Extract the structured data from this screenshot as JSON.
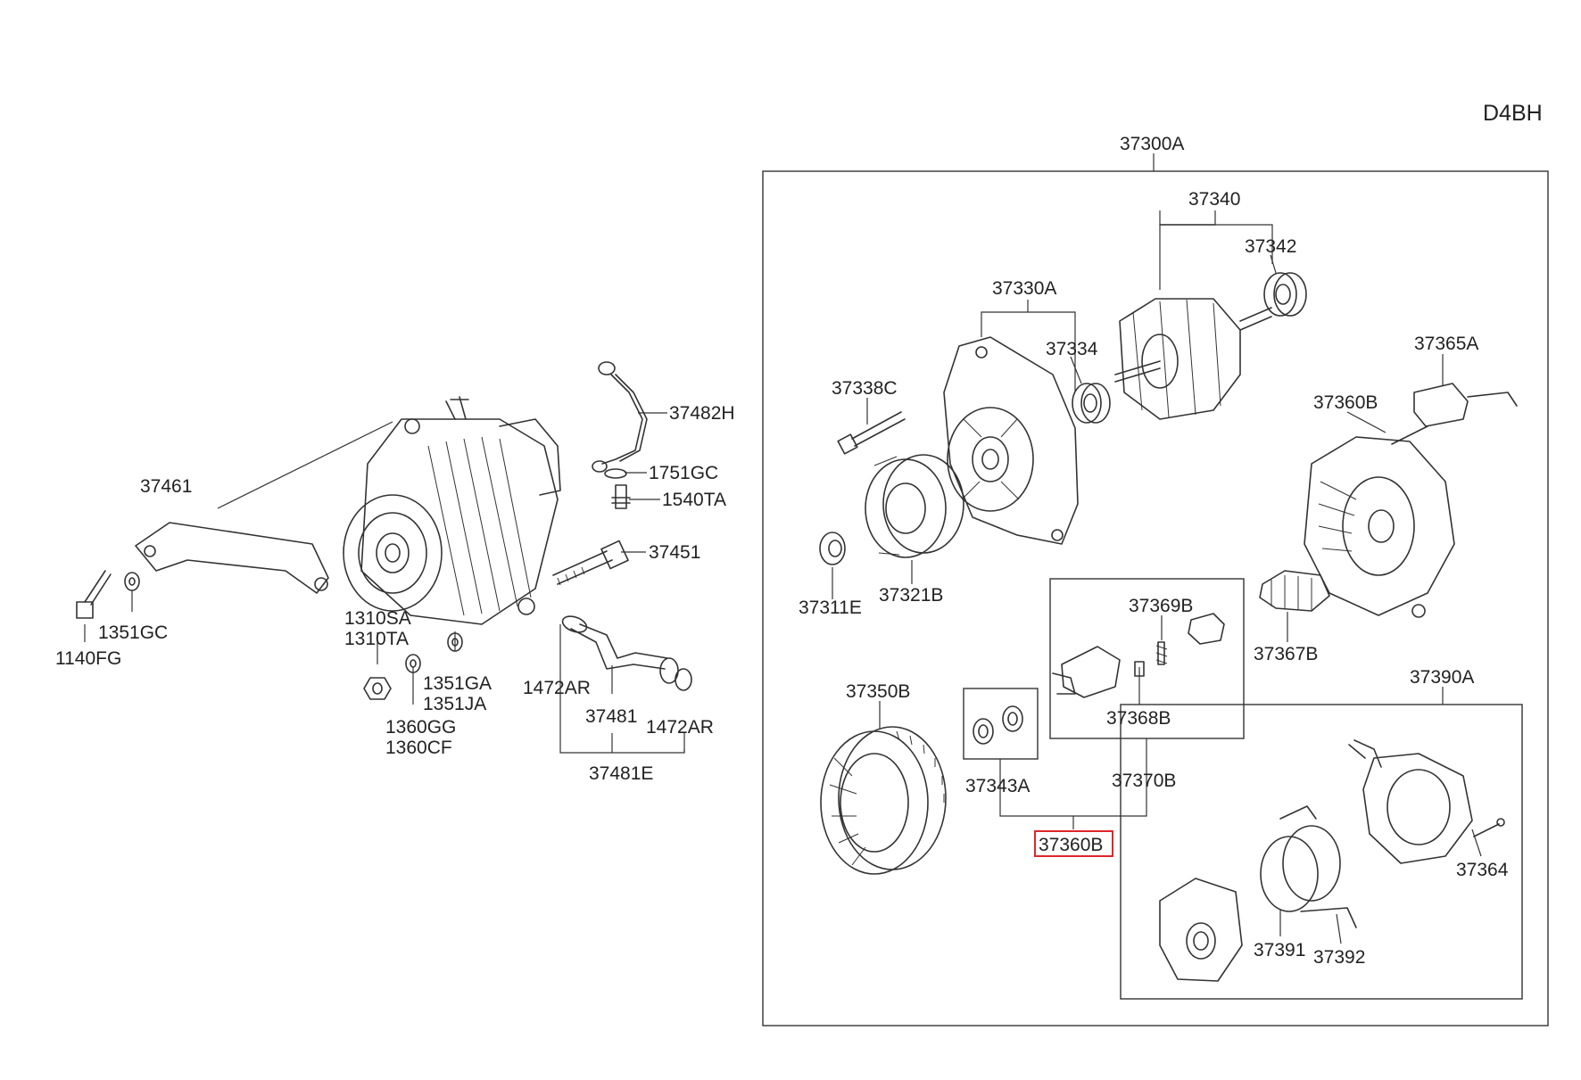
{
  "diagram": {
    "engine_code": "D4BH",
    "highlight_part": "37360B",
    "labels": {
      "p37300A": "37300A",
      "p37340": "37340",
      "p37342": "37342",
      "p37330A": "37330A",
      "p37334": "37334",
      "p37365A": "37365A",
      "p37338C": "37338C",
      "p37360B_cover": "37360B",
      "p37321B": "37321B",
      "p37311E": "37311E",
      "p37369B": "37369B",
      "p37367B": "37367B",
      "p37368B": "37368B",
      "p37350B": "37350B",
      "p37343A": "37343A",
      "p37370B": "37370B",
      "p37360B_group": "37360B",
      "p37390A": "37390A",
      "p37364": "37364",
      "p37391": "37391",
      "p37392": "37392",
      "p37482H": "37482H",
      "p1751GC": "1751GC",
      "p1540TA": "1540TA",
      "p37461": "37461",
      "p37451": "37451",
      "p1351GC": "1351GC",
      "p1140FG": "1140FG",
      "p1310SA": "1310SA",
      "p1310TA": "1310TA",
      "p1351GA": "1351GA",
      "p1351JA": "1351JA",
      "p1360GG": "1360GG",
      "p1360CF": "1360CF",
      "p1472AR_a": "1472AR",
      "p37481": "37481",
      "p1472AR_b": "1472AR",
      "p37481E": "37481E"
    }
  }
}
